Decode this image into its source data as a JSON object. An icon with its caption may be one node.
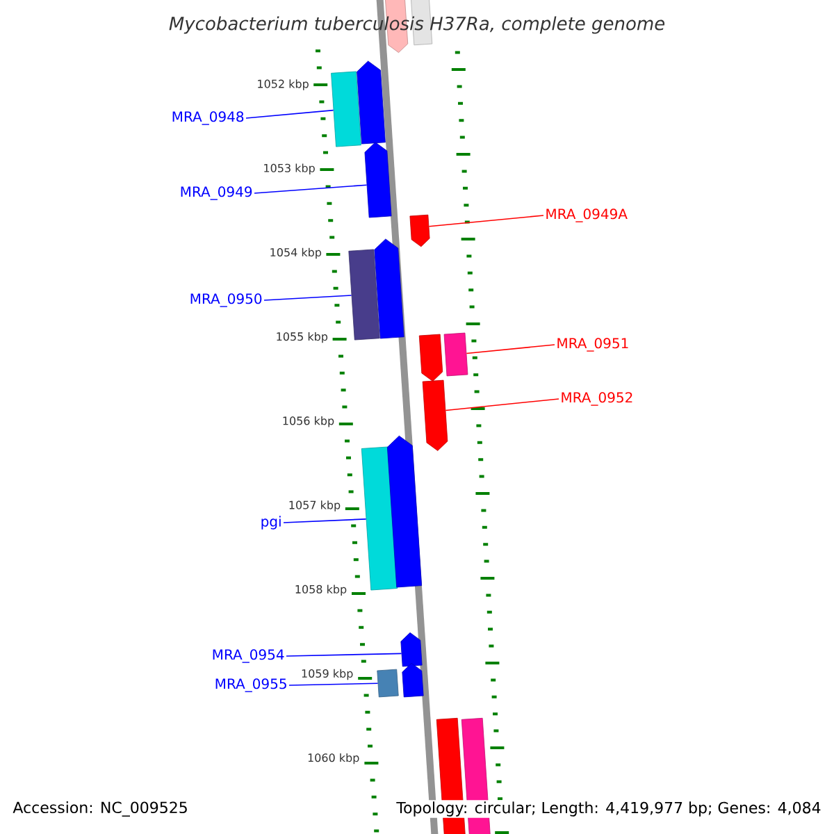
{
  "diagram": {
    "title": "*Mycobacterium tuberculosis* H37Ra, complete genome",
    "nodes": [
      {
        "text": [],
        "shape": "pentagon"
      },
      {
        "text": [],
        "shape": "bar"
      },
      {
        "text": [],
        "shape": "bar"
      },
      {
        "text": [],
        "shape": "pentagon"
      },
      {
        "text": [],
        "shape": "pentagon"
      },
      {
        "text": [],
        "shape": "pentagon"
      },
      {
        "text": [],
        "shape": "bar"
      },
      {
        "text": [],
        "shape": "pentagon"
      },
      {
        "text": [],
        "shape": "pentagon"
      },
      {
        "text": [],
        "shape": "bar"
      },
      {
        "text": [],
        "shape": "pentagon"
      },
      {
        "text": [],
        "shape": "bar"
      },
      {
        "text": [],
        "shape": "pentagon"
      },
      {
        "text": [],
        "shape": "pentagon"
      },
      {
        "text": [],
        "shape": "bar"
      },
      {
        "text": [],
        "shape": "pentagon"
      },
      {
        "text": [],
        "shape": "bar"
      },
      {
        "text": [],
        "shape": "bar"
      },
      {
        "text": [
          "MRA_0948"
        ]
      },
      {
        "text": [
          "MRA_0949"
        ]
      },
      {
        "text": [
          "MRA_0949A"
        ]
      },
      {
        "text": [
          "MRA_0950"
        ]
      },
      {
        "text": [
          "MRA_0951"
        ]
      },
      {
        "text": [
          "MRA_0952"
        ]
      },
      {
        "text": [
          "pgi"
        ]
      },
      {
        "text": [
          "MRA_0954"
        ]
      },
      {
        "text": [
          "MRA_0955"
        ]
      }
    ],
    "edges": [
      {
        "from": 18,
        "to": 2,
        "arrow": "none"
      },
      {
        "from": 19,
        "to": 4,
        "arrow": "none"
      },
      {
        "from": 20,
        "to": 5,
        "arrow": "none",
        "color": "#ff0000"
      },
      {
        "from": 21,
        "to": 6,
        "arrow": "none"
      },
      {
        "from": 22,
        "to": 9,
        "arrow": "none",
        "color": "#ff0000"
      },
      {
        "from": 23,
        "to": 10,
        "arrow": "none",
        "color": "#ff0000"
      },
      {
        "from": 24,
        "to": 11,
        "arrow": "none"
      },
      {
        "from": 25,
        "to": 13,
        "arrow": "none"
      },
      {
        "from": 26,
        "to": 14,
        "arrow": "none"
      }
    ],
    "labels": [
      "1052 kbp",
      "1053 kbp",
      "1054 kbp",
      "1055 kbp",
      "1056 kbp",
      "1057 kbp",
      "1058 kbp",
      "1059 kbp",
      "1060 kbp",
      "Accession: NC_009525",
      "Topology: circular; Length: 4,419,977 bp; Genes: 4,084"
    ]
  }
}
